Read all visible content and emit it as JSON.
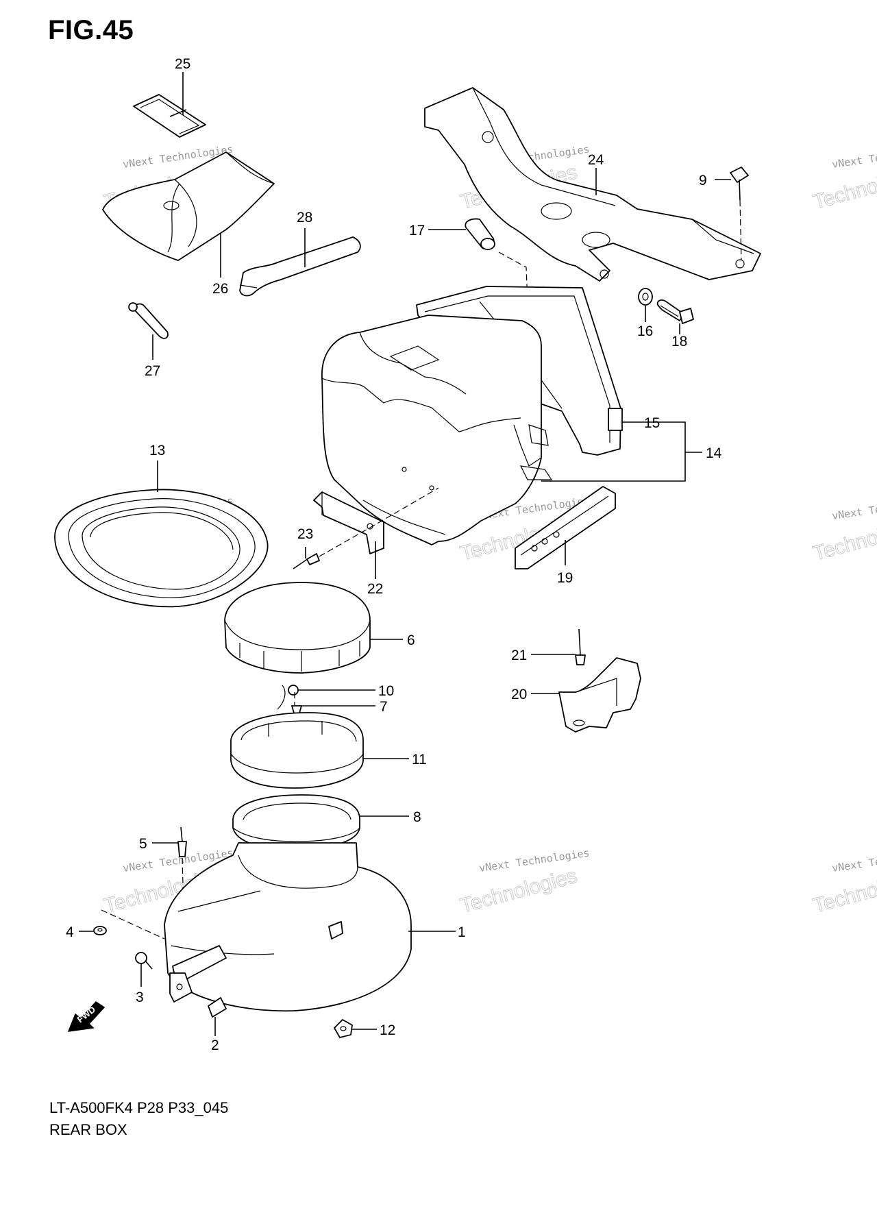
{
  "figure": {
    "title": "FIG.45",
    "model_code": "LT-A500FK4 P28 P33_045",
    "section_name": "REAR BOX"
  },
  "fwd_label": "FWD",
  "watermark": {
    "line1": "vNext Technologies",
    "line2": "Technologies"
  },
  "callouts": [
    "1",
    "2",
    "3",
    "4",
    "5",
    "6",
    "7",
    "8",
    "9",
    "10",
    "11",
    "12",
    "13",
    "14",
    "15",
    "16",
    "17",
    "18",
    "19",
    "20",
    "21",
    "22",
    "23",
    "24",
    "25",
    "26",
    "27",
    "28"
  ]
}
